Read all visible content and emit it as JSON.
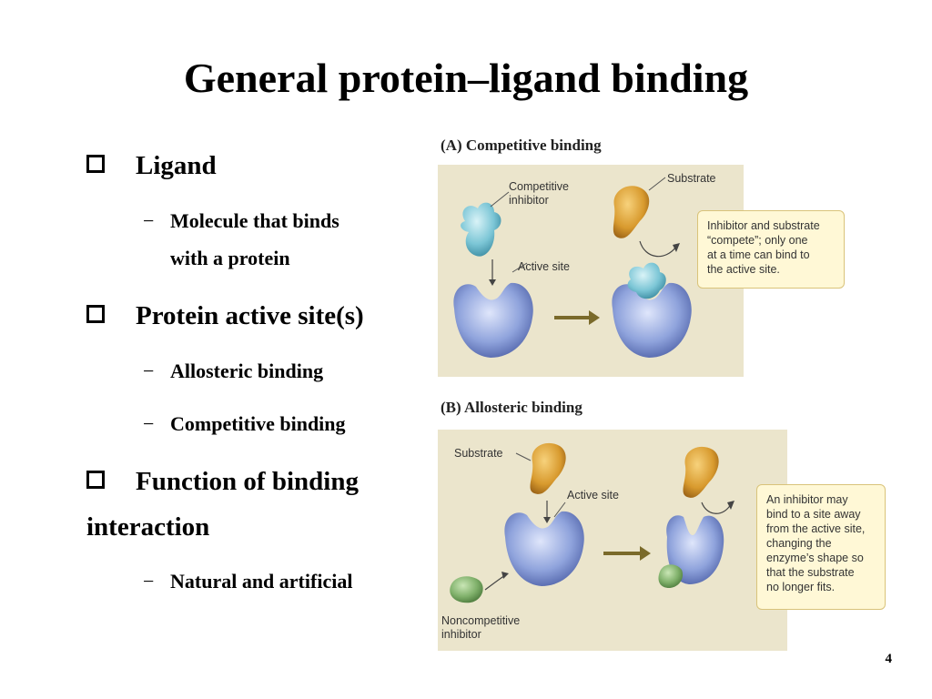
{
  "slide": {
    "title": "General protein–ligand binding",
    "page_number": "4"
  },
  "bullets": [
    {
      "label": "Ligand"
    },
    {
      "label": "Protein active site(s)"
    },
    {
      "label_line1": "Function of binding",
      "label_line2": "interaction"
    }
  ],
  "subitems": {
    "ligand_line1": "Molecule that binds",
    "ligand_line2": "with a protein",
    "allosteric": "Allosteric binding",
    "competitive": "Competitive binding",
    "natural": "Natural and artificial"
  },
  "figure": {
    "panel_a": {
      "heading": "(A) Competitive binding",
      "competitive_inhibitor_1": "Competitive",
      "competitive_inhibitor_2": "inhibitor",
      "substrate": "Substrate",
      "active_site": "Active site",
      "callout": [
        "Inhibitor and substrate",
        "“compete”; only one",
        "at a time can bind to",
        "the active site."
      ]
    },
    "panel_b": {
      "heading": "(B) Allosteric binding",
      "substrate": "Substrate",
      "active_site": "Active site",
      "noncompetitive_1": "Noncompetitive",
      "noncompetitive_2": "inhibitor",
      "callout": [
        "An inhibitor may",
        "bind to a site away",
        "from the active site,",
        "changing the",
        "enzyme’s shape so",
        "that the substrate",
        "no longer fits."
      ]
    }
  },
  "colors": {
    "panel_bg": "#ebe5cc",
    "callout_bg": "#fff8d6",
    "callout_border": "#d9c37a",
    "enzyme": "#8fa3dc",
    "substrate": "#d89a2e",
    "competitive_inhibitor": "#7cc6d6",
    "noncompetitive_inhibitor": "#7fb06a",
    "arrow": "#7a6a2a"
  }
}
